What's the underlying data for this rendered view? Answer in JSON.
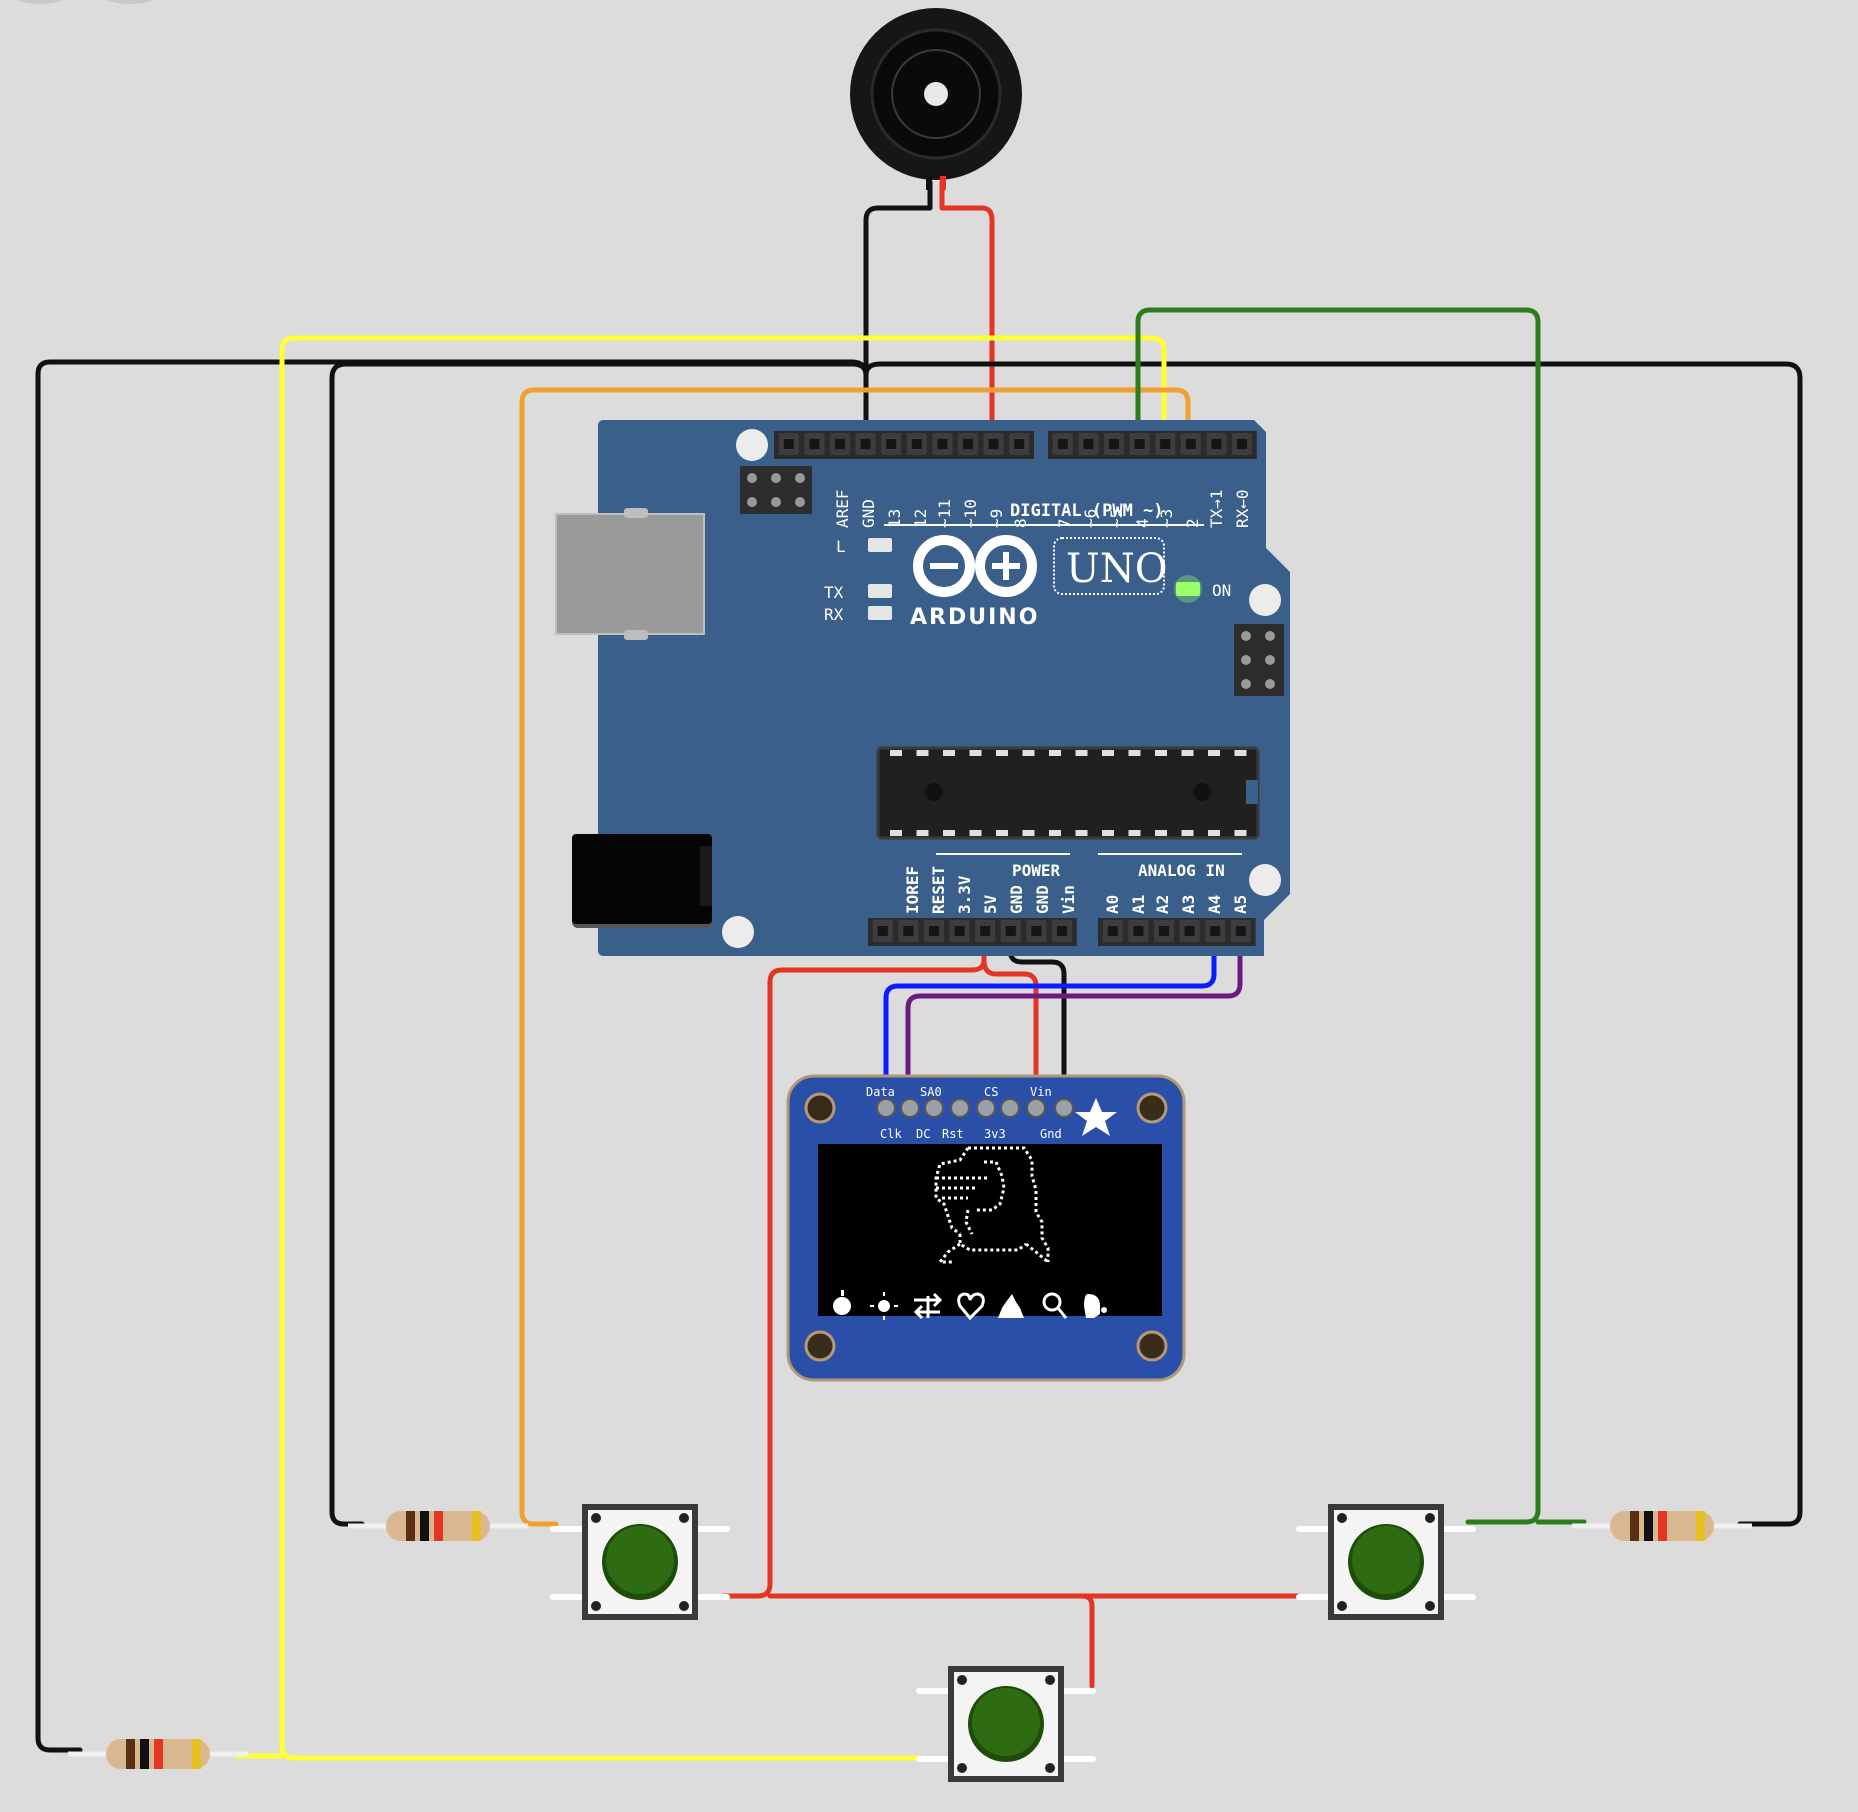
{
  "board": {
    "brand": "ARDUINO",
    "model": "UNO",
    "header_title": "DIGITAL (PWM ~)",
    "on_label": "ON",
    "led_l": "L",
    "led_tx": "TX",
    "led_rx": "RX",
    "power_title": "POWER",
    "analog_title": "ANALOG IN",
    "digital_pins": [
      "AREF",
      "GND",
      "13",
      "12",
      "~11",
      "~10",
      "~9",
      "8",
      "7",
      "~6",
      "~5",
      "4",
      "~3",
      "2",
      "TX→1",
      "RX←0"
    ],
    "power_pins": [
      "IOREF",
      "RESET",
      "3.3V",
      "5V",
      "GND",
      "GND",
      "Vin"
    ],
    "analog_pins": [
      "A0",
      "A1",
      "A2",
      "A3",
      "A4",
      "A5"
    ]
  },
  "oled": {
    "top_labels": [
      "Data",
      "SA0",
      "CS",
      "Vin"
    ],
    "bottom_labels": [
      "Clk",
      "DC",
      "Rst",
      "3v3",
      "Gnd"
    ],
    "menu_icons": [
      "apple-icon",
      "sun-icon",
      "swap-arrows-icon",
      "heart-icon",
      "poop-icon",
      "magnifier-icon",
      "skull-icon"
    ]
  },
  "wire_colors": {
    "black": "#111111",
    "red": "#e53422",
    "yellow": "#ffff33",
    "orange": "#f0a030",
    "green": "#2e7d1d",
    "blue": "#0b1cff",
    "purple": "#6a1a80"
  },
  "board_color": "#3a5f8a",
  "oled_color": "#2a4fa8",
  "button_color": "#2f6b12"
}
